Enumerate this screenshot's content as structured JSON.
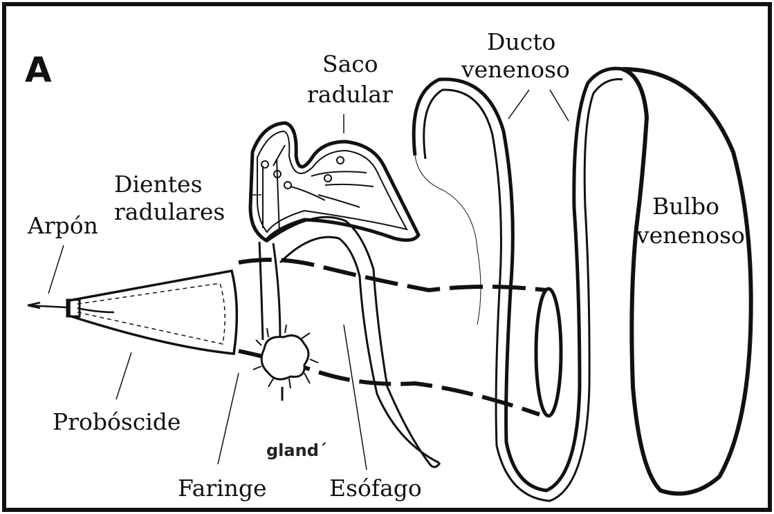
{
  "figure": {
    "panel_letter": "A",
    "colors": {
      "ink": "#111111",
      "background": "#ffffff"
    },
    "labels": {
      "arpon": "Arpón",
      "dientes_line1": "Dientes",
      "dientes_line2": "radulares",
      "saco_line1": "Saco",
      "saco_line2": "radular",
      "ducto_line1": "Ducto",
      "ducto_line2": "venenoso",
      "bulbo_line1": "Bulbo",
      "bulbo_line2": "venenoso",
      "proboscide": "Probóscide",
      "gland": "gland´",
      "faringe": "Faringe",
      "esofago": "Esófago"
    }
  }
}
